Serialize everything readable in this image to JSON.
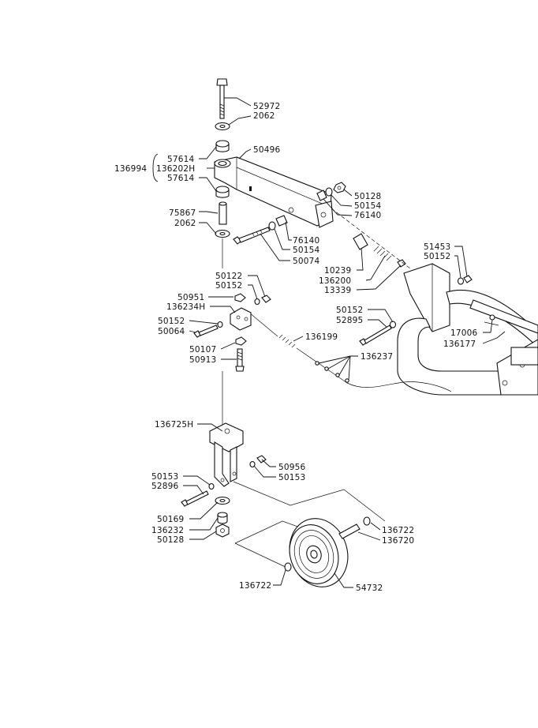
{
  "callouts": [
    {
      "id": "c52972",
      "text": "52972"
    },
    {
      "id": "c2062a",
      "text": "2062"
    },
    {
      "id": "c57614a",
      "text": "57614"
    },
    {
      "id": "c50496",
      "text": "50496"
    },
    {
      "id": "c136994",
      "text": "136994"
    },
    {
      "id": "c136202H",
      "text": "136202H"
    },
    {
      "id": "c57614b",
      "text": "57614"
    },
    {
      "id": "c75867",
      "text": "75867"
    },
    {
      "id": "c2062b",
      "text": "2062"
    },
    {
      "id": "c50128a",
      "text": "50128"
    },
    {
      "id": "c50154a",
      "text": "50154"
    },
    {
      "id": "c76140a",
      "text": "76140"
    },
    {
      "id": "c76140b",
      "text": "76140"
    },
    {
      "id": "c50154b",
      "text": "50154"
    },
    {
      "id": "c50074",
      "text": "50074"
    },
    {
      "id": "c10239",
      "text": "10239"
    },
    {
      "id": "c136200",
      "text": "136200"
    },
    {
      "id": "c13339",
      "text": "13339"
    },
    {
      "id": "c51453",
      "text": "51453"
    },
    {
      "id": "c50152a",
      "text": "50152"
    },
    {
      "id": "c50122",
      "text": "50122"
    },
    {
      "id": "c50152b",
      "text": "50152"
    },
    {
      "id": "c50951",
      "text": "50951"
    },
    {
      "id": "c136234H",
      "text": "136234H"
    },
    {
      "id": "c50152c",
      "text": "50152"
    },
    {
      "id": "c50064",
      "text": "50064"
    },
    {
      "id": "c50107",
      "text": "50107"
    },
    {
      "id": "c50913",
      "text": "50913"
    },
    {
      "id": "c136199",
      "text": "136199"
    },
    {
      "id": "c50152d",
      "text": "50152"
    },
    {
      "id": "c52895",
      "text": "52895"
    },
    {
      "id": "c17006",
      "text": "17006"
    },
    {
      "id": "c136177",
      "text": "136177"
    },
    {
      "id": "c136237",
      "text": "136237"
    },
    {
      "id": "c136725H",
      "text": "136725H"
    },
    {
      "id": "c50956",
      "text": "50956"
    },
    {
      "id": "c50153a",
      "text": "50153"
    },
    {
      "id": "c50153b",
      "text": "50153"
    },
    {
      "id": "c52896",
      "text": "52896"
    },
    {
      "id": "c50169",
      "text": "50169"
    },
    {
      "id": "c136232",
      "text": "136232"
    },
    {
      "id": "c50128b",
      "text": "50128"
    },
    {
      "id": "c136722a",
      "text": "136722"
    },
    {
      "id": "c136720",
      "text": "136720"
    },
    {
      "id": "c136722b",
      "text": "136722"
    },
    {
      "id": "c54732",
      "text": "54732"
    }
  ]
}
